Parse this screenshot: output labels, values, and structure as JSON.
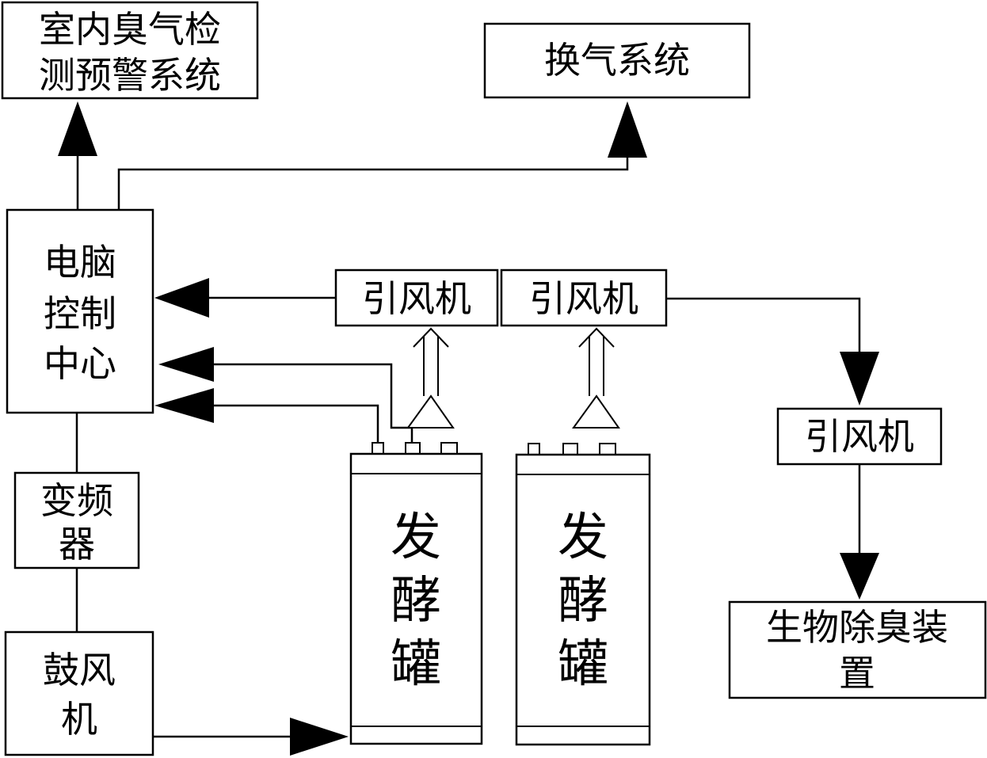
{
  "nodes": {
    "odor_warning": [
      "室内臭气检",
      "测预警系统"
    ],
    "ventilation": [
      "换气系统"
    ],
    "computer_center": [
      "电脑",
      "控制",
      "中心"
    ],
    "inverter": [
      "变频",
      "器"
    ],
    "blower": [
      "鼓风",
      "机"
    ],
    "fan_1": [
      "引风机"
    ],
    "fan_2": [
      "引风机"
    ],
    "fan_3": [
      "引风机"
    ],
    "bio_deodorizer": [
      "生物除臭装",
      "置"
    ],
    "fermenter_1": [
      "发",
      "酵",
      "罐"
    ],
    "fermenter_2": [
      "发",
      "酵",
      "罐"
    ]
  }
}
